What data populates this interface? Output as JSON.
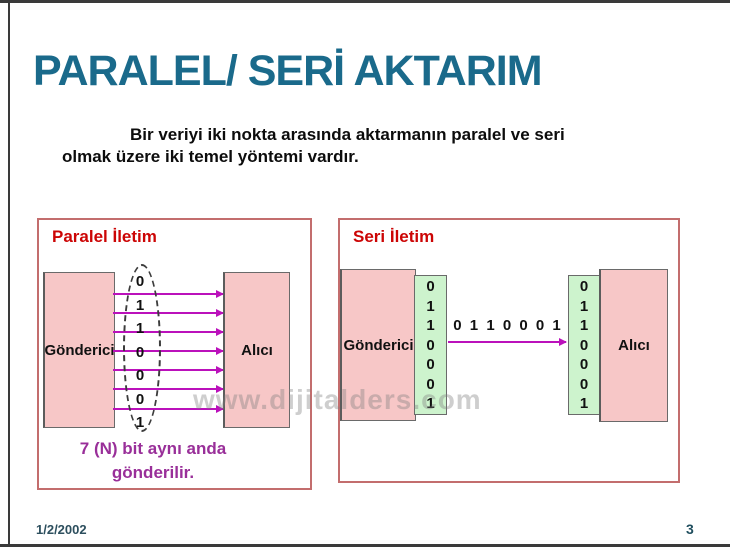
{
  "slide": {
    "title": "PARALEL/ SERİ AKTARIM",
    "intro_text": "Bir veriyi iki nokta arasında aktarmanın paralel ve seri olmak üzere iki temel yöntemi vardır.",
    "watermark": "www.dijitalders.com",
    "footer": {
      "date": "1/2/2002",
      "page_number": "3"
    }
  },
  "panels": {
    "parallel": {
      "header": "Paralel İletim",
      "sender_label": "Gönderici",
      "receiver_label": "Alıcı",
      "bits": [
        "0",
        "1",
        "1",
        "0",
        "0",
        "0",
        "1"
      ],
      "caption_line1": "7 (N) bit aynı anda",
      "caption_line2": "gönderilir."
    },
    "serial": {
      "header": "Seri İletim",
      "sender_label": "Gönderici",
      "receiver_label": "Alıcı",
      "tx_bits": [
        "0",
        "1",
        "1",
        "0",
        "0",
        "0",
        "1"
      ],
      "rx_bits": [
        "0",
        "1",
        "1",
        "0",
        "0",
        "0",
        "1"
      ],
      "stream_label": "0 1 1 0 0 0 1"
    }
  },
  "colors": {
    "title_teal": "#1a6a8b",
    "header_red": "#cc0505",
    "panel_border_red": "#c36d6d",
    "node_pink": "#f7c7c7",
    "register_green": "#cdf3cd",
    "arrow_magenta": "#bb11bb",
    "caption_purple": "#992f99",
    "frame_dark": "#3a3a3a",
    "footer_teal": "#2d4f5e"
  }
}
